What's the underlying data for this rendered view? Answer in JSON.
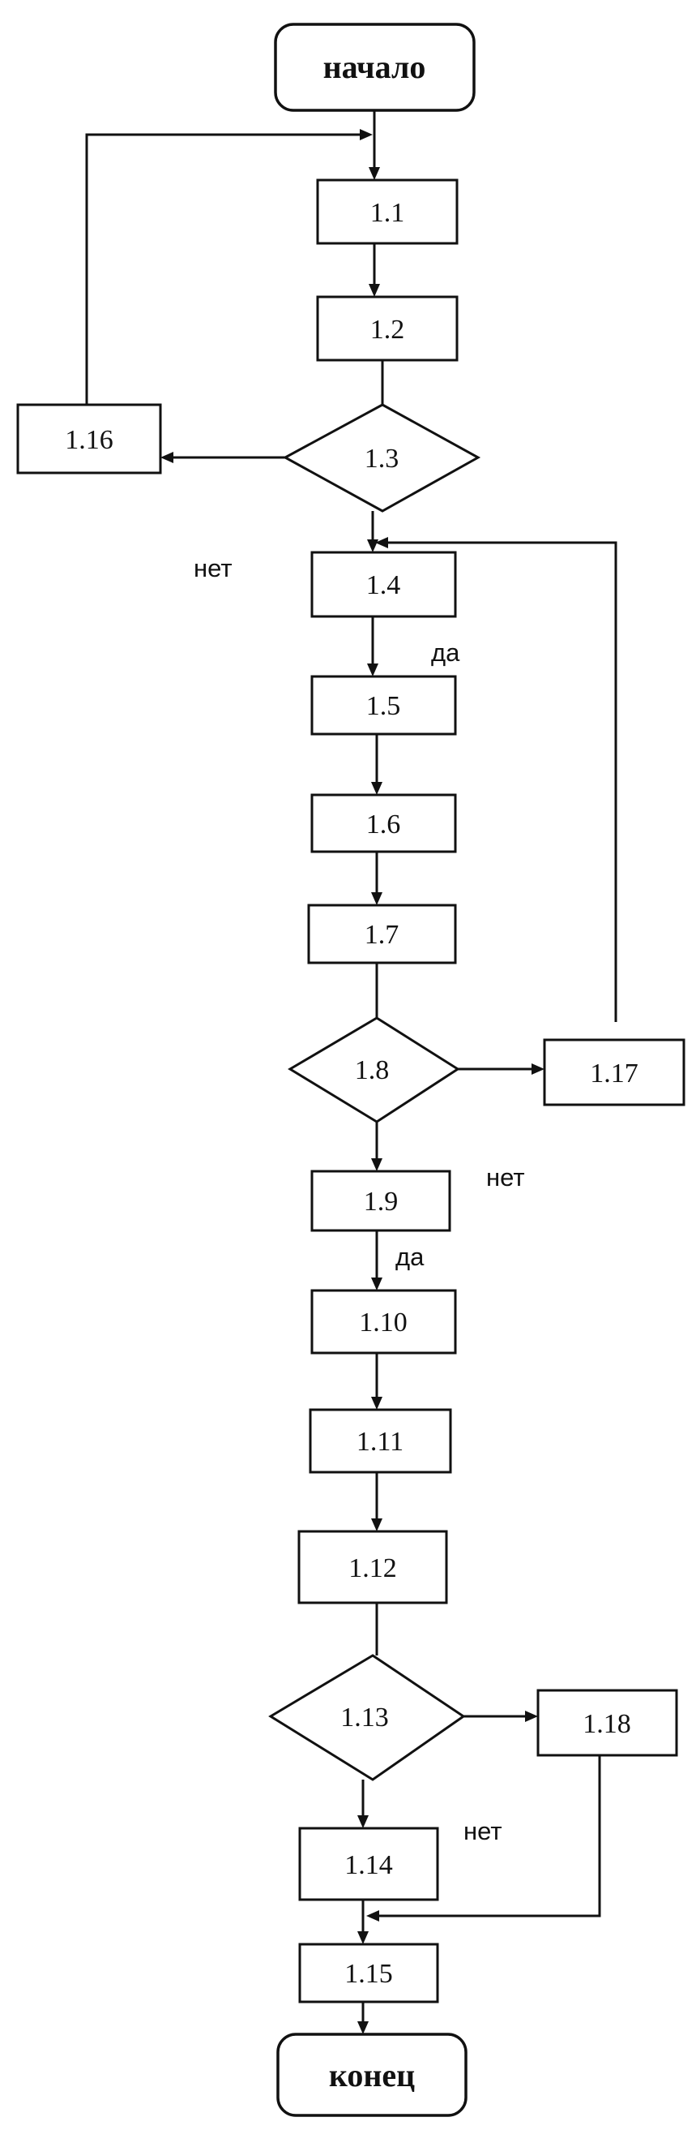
{
  "diagram": {
    "start": "начало",
    "end": "конец",
    "blocks": {
      "b1_1": "1.1",
      "b1_2": "1.2",
      "d1_3": "1.3",
      "b1_4": "1.4",
      "b1_5": "1.5",
      "b1_6": "1.6",
      "b1_7": "1.7",
      "d1_8": "1.8",
      "b1_9": "1.9",
      "b1_10": "1.10",
      "b1_11": "1.11",
      "b1_12": "1.12",
      "d1_13": "1.13",
      "b1_14": "1.14",
      "b1_15": "1.15",
      "b1_16": "1.16",
      "b1_17": "1.17",
      "b1_18": "1.18"
    },
    "branch_labels": {
      "no_1_3": "нет",
      "yes_1_3": "да",
      "no_1_8": "нет",
      "yes_1_8": "да",
      "no_1_13": "нет"
    }
  }
}
